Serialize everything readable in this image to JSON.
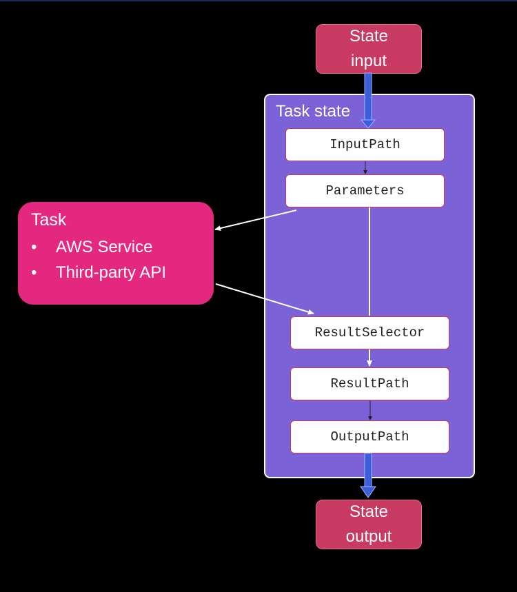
{
  "state_input": {
    "line1": "State",
    "line2": "input"
  },
  "state_output": {
    "line1": "State",
    "line2": "output"
  },
  "task_state": {
    "title": "Task state",
    "steps": [
      "InputPath",
      "Parameters",
      "ResultSelector",
      "ResultPath",
      "OutputPath"
    ]
  },
  "task": {
    "title": "Task",
    "items": [
      "AWS Service",
      "Third-party API"
    ]
  },
  "colors": {
    "state_box": "#c93a63",
    "task_state_bg": "#7b62d6",
    "task_box": "#e4287f",
    "flow_arrow": "#3a5fd8"
  }
}
